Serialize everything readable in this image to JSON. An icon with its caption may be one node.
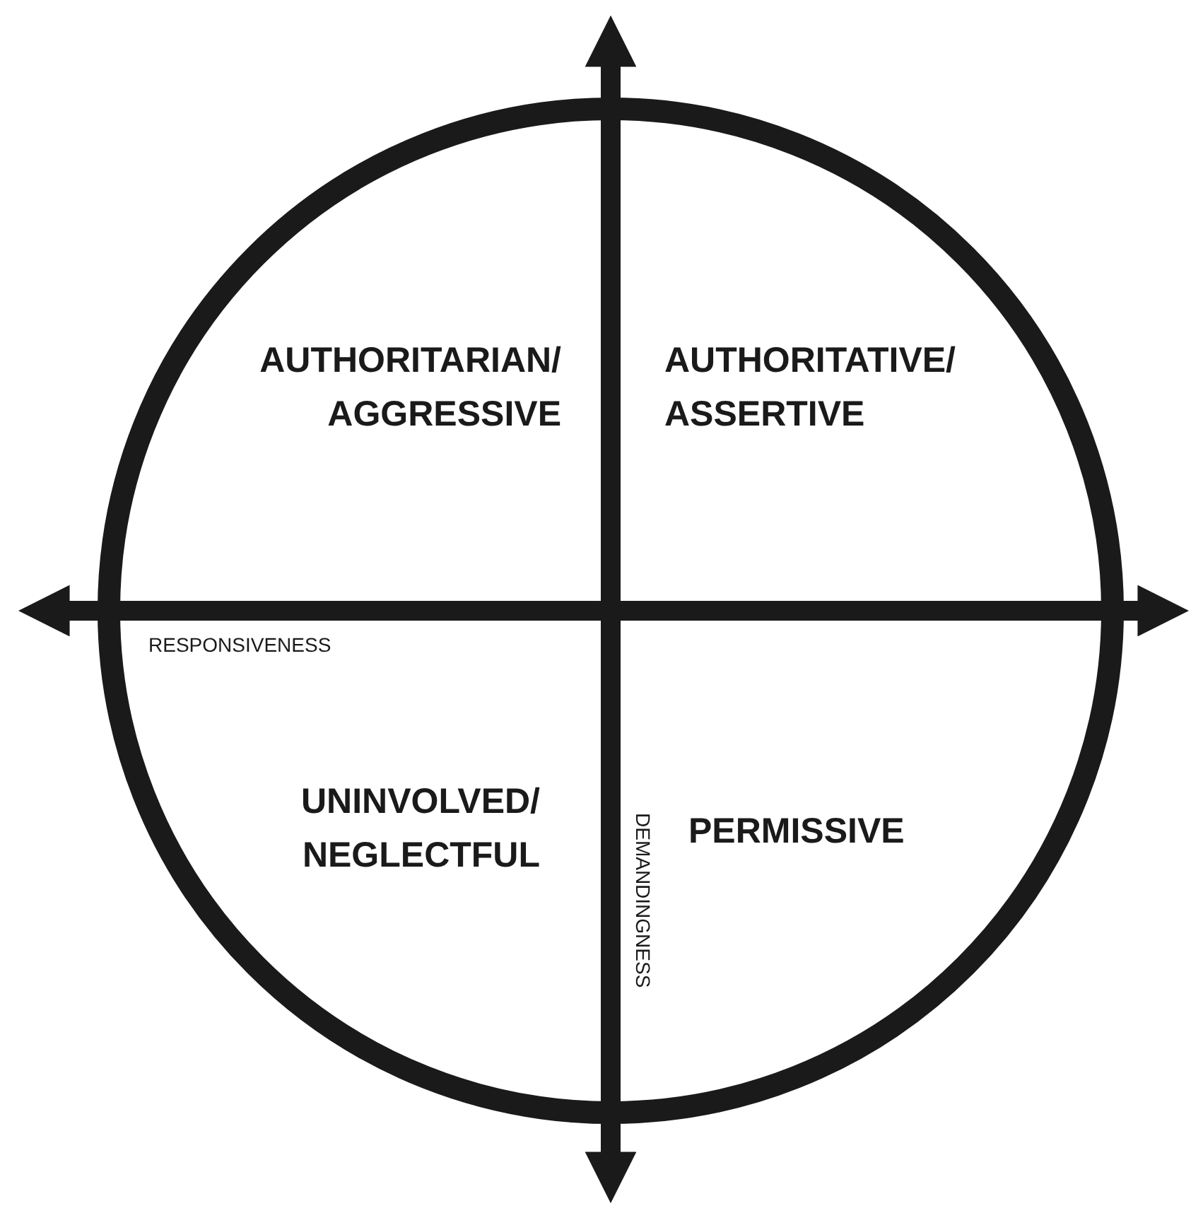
{
  "diagram": {
    "labels": [
      "AUTHORITARIAN/ AGGRESSIVE",
      "AUTHORITATIVE/ ASSERTIVE",
      "RESPONSIVENESS",
      "UNINVOLVED/ NEGLECTFUL",
      "DEMANDINGNESS",
      "PERMISSIVE"
    ]
  }
}
